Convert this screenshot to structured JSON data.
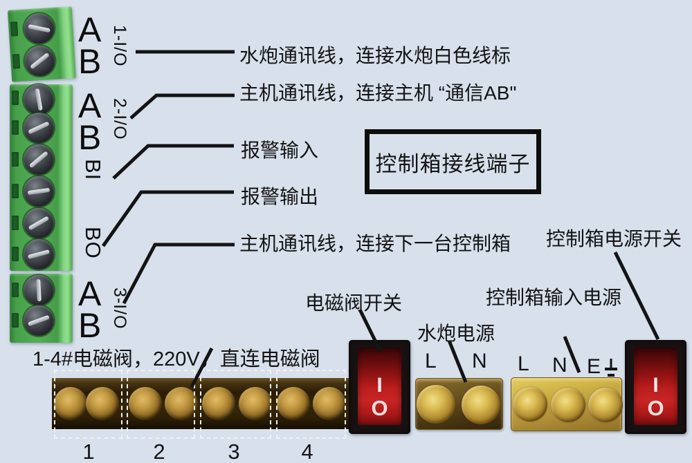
{
  "title_box": {
    "label": "控制箱接线端子"
  },
  "terminals": {
    "group1": {
      "a": "A",
      "b": "B",
      "io": "1-I/O"
    },
    "group2": {
      "a": "A",
      "b": "B",
      "io": "2-I/O"
    },
    "bi": "BI",
    "bo": "BO",
    "group3": {
      "a": "A",
      "b": "B",
      "io": "3-I/O"
    }
  },
  "annotations": {
    "water_cannon_comm": "水炮通讯线，连接水炮白色线标",
    "host_comm": "主机通讯线，连接主机 “通信AB\"",
    "alarm_input": "报警输入",
    "alarm_output": "报警输出",
    "host_comm_next": "主机通讯线，连接下一台控制箱",
    "control_box_power_switch": "控制箱电源开关",
    "solenoid_valve_switch": "电磁阀开关",
    "water_cannon_power": "水炮电源",
    "control_box_input_power": "控制箱输入电源",
    "solenoid_note": "1-4#电磁阀，220V，直连电磁阀"
  },
  "power_blocks": {
    "water_cannon": {
      "l": "L",
      "n": "N"
    },
    "input": {
      "l": "L",
      "n": "N",
      "e": "E",
      "earth_icon": "earth-ground"
    }
  },
  "switches": {
    "on": "I",
    "off": "O"
  },
  "strip_numbers": [
    "1",
    "2",
    "3",
    "4"
  ],
  "colors": {
    "background": "#d8e0ec",
    "line": "#141414",
    "terminal_green": "#4ca64e",
    "switch_red": "#c01a1c",
    "strip_dark_brass": "#2b1d08",
    "brass_screw": "#c79b3e",
    "block_yellow": "#cfb446"
  }
}
